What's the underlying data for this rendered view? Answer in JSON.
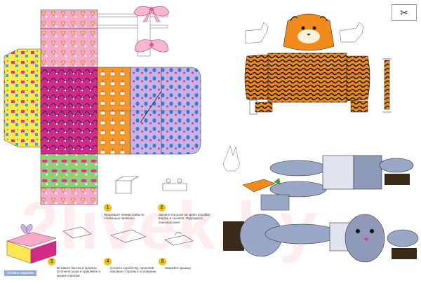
{
  "watermark": "2livek.by",
  "scissors_icon": "scissors-glue-icon",
  "steps": [
    {
      "num": "1",
      "text": "Прорежьте линию сгиба по «помощью прокола»."
    },
    {
      "num": "2",
      "text": "Загните полоски на краях коробки внутрь и склейте. Подождите, пока высохнет."
    },
    {
      "num": "3",
      "text": "Вставьте бантик в прорезь. Отогните ушки и приклейте к крыше коробки."
    },
    {
      "num": "4",
      "text": "Согните коробочку, проклеив боковые стороны к основанию."
    },
    {
      "num": "5",
      "text": "Закройте крышку."
    }
  ],
  "gift_tag": "готовое изделие",
  "colors": {
    "pink": "#f7a9c8",
    "yellow": "#fde84f",
    "magenta": "#e0338f",
    "orange": "#f59a2a",
    "lavender": "#c9b2e6",
    "green": "#8fcf76",
    "blue_gray": "#9aa8c8",
    "tiger_orange": "#f08a1a",
    "rabbit_gray": "#8e9ab8"
  }
}
